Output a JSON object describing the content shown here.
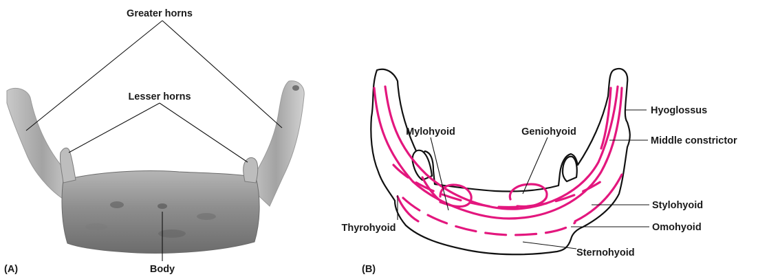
{
  "panel_a": {
    "panel_label": "(A)",
    "labels": {
      "greater_horns": "Greater horns",
      "lesser_horns": "Lesser horns",
      "body": "Body"
    }
  },
  "panel_b": {
    "panel_label": "(B)",
    "labels": {
      "hyoglossus": "Hyoglossus",
      "middle_constrictor": "Middle constrictor",
      "mylohyoid": "Mylohyoid",
      "geniohyoid": "Geniohyoid",
      "stylohyoid": "Stylohyoid",
      "thyrohyoid": "Thyrohyoid",
      "omohyoid": "Omohyoid",
      "sternohyoid": "Sternohyoid"
    }
  },
  "colors": {
    "muscle_attachment": "#e3177e",
    "bone_photo": "#8a8a8a",
    "outline": "#111111"
  }
}
